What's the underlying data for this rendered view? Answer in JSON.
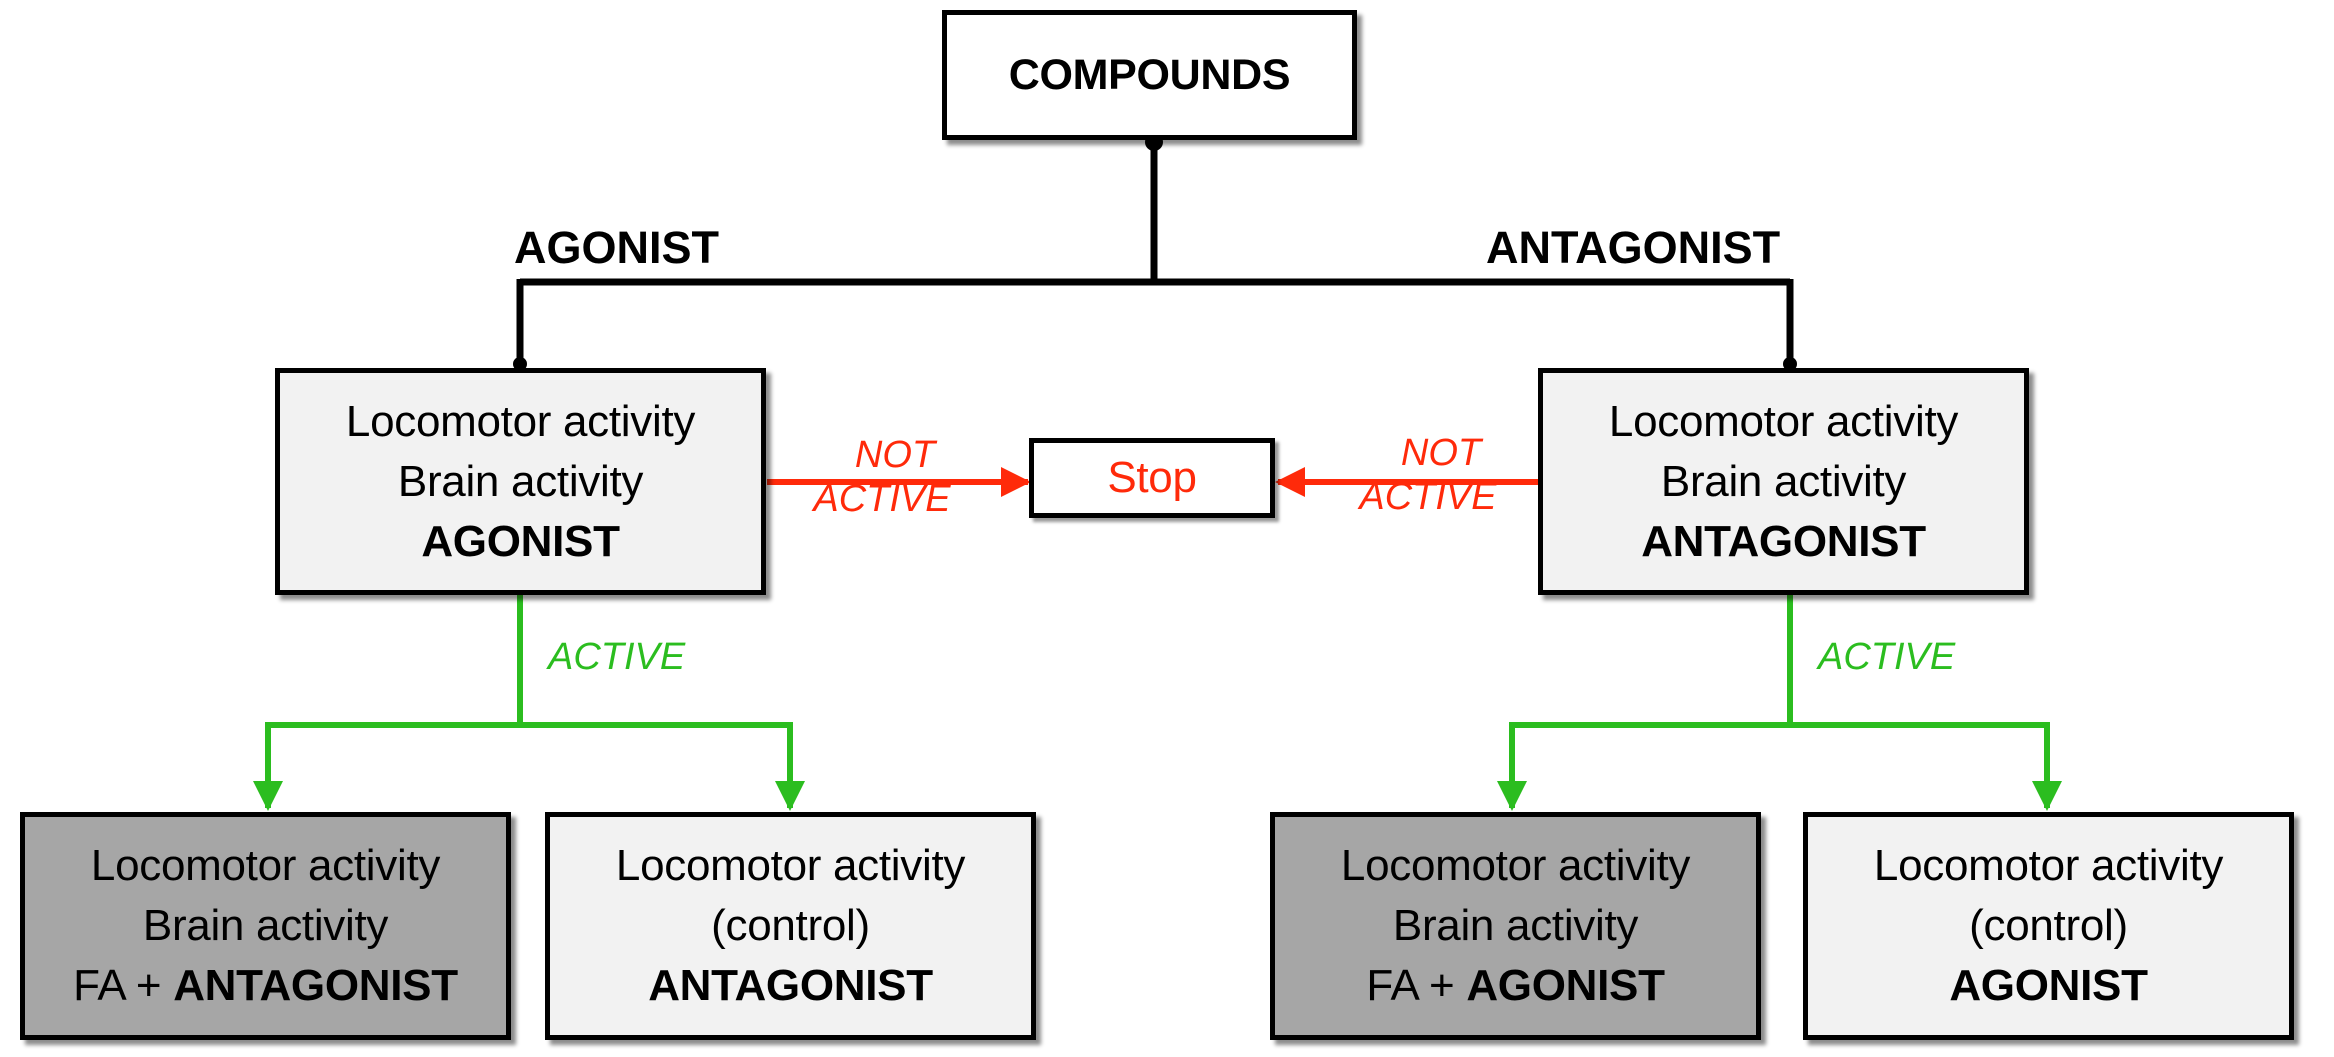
{
  "root": {
    "label": "COMPOUNDS"
  },
  "branches": {
    "left_label": "AGONIST",
    "right_label": "ANTAGONIST"
  },
  "stop": {
    "label": "Stop"
  },
  "arrow_labels": {
    "not_active_line1": "NOT",
    "not_active_line2": "ACTIVE",
    "active": "ACTIVE"
  },
  "level1": {
    "left": {
      "line1": "Locomotor activity",
      "line2": "Brain activity",
      "line3": "AGONIST"
    },
    "right": {
      "line1": "Locomotor activity",
      "line2": "Brain activity",
      "line3": "ANTAGONIST"
    }
  },
  "level2": {
    "left_fa": {
      "line1": "Locomotor activity",
      "line2": "Brain activity",
      "line3_prefix": "FA + ",
      "line3_bold": "ANTAGONIST"
    },
    "left_control": {
      "line1": "Locomotor activity",
      "line2": "(control)",
      "line3": "ANTAGONIST"
    },
    "right_fa": {
      "line1": "Locomotor activity",
      "line2": "Brain activity",
      "line3_prefix": "FA + ",
      "line3_bold": "AGONIST"
    },
    "right_control": {
      "line1": "Locomotor activity",
      "line2": "(control)",
      "line3": "AGONIST"
    }
  },
  "colors": {
    "line": "#000000",
    "inactive_arrow": "#ff2a0a",
    "active_arrow": "#2bbd1f",
    "box_light": "#f2f2f2",
    "box_dark": "#a6a6a6"
  }
}
